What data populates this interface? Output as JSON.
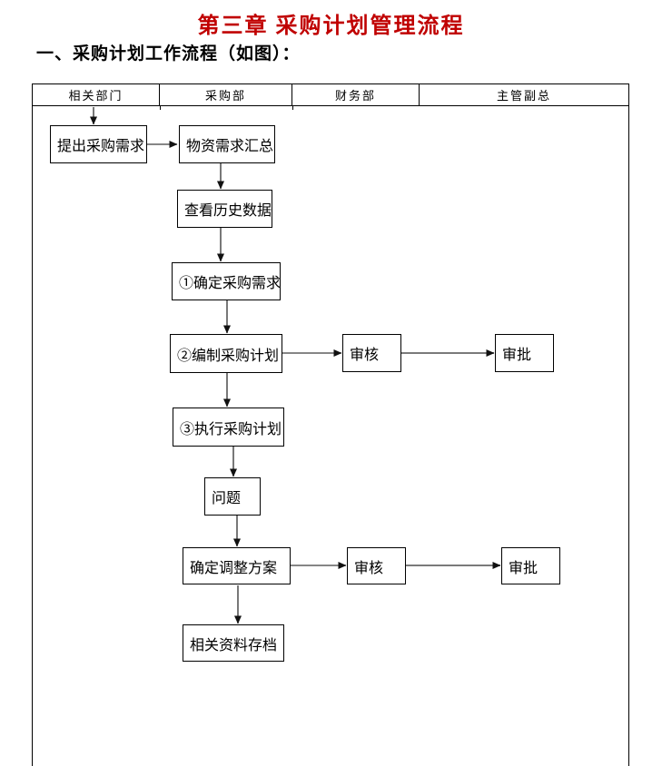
{
  "page": {
    "title": "第三章 采购计划管理流程",
    "subtitle": "一、采购计划工作流程（如图）：",
    "title_color": "#c00000",
    "border_color": "#000000",
    "arrow_color": "#5f5f5f"
  },
  "lanes": {
    "columns": [
      {
        "label": "相关部门"
      },
      {
        "label": "采购部"
      },
      {
        "label": "财务部"
      },
      {
        "label": "主管副总"
      }
    ]
  },
  "flowchart": {
    "nodes": [
      {
        "id": "propose-demand",
        "label": "提出采购需求"
      },
      {
        "id": "material-summary",
        "label": "物资需求汇总"
      },
      {
        "id": "view-history",
        "label": "查看历史数据"
      },
      {
        "id": "determine-demand",
        "label": "①确定采购需求"
      },
      {
        "id": "compile-plan",
        "label": "②编制采购计划"
      },
      {
        "id": "review-1",
        "label": "审核"
      },
      {
        "id": "approve-1",
        "label": "审批"
      },
      {
        "id": "execute-plan",
        "label": "③执行采购计划"
      },
      {
        "id": "problem",
        "label": "问题"
      },
      {
        "id": "adjust-plan",
        "label": "确定调整方案"
      },
      {
        "id": "review-2",
        "label": "审核"
      },
      {
        "id": "approve-2",
        "label": "审批"
      },
      {
        "id": "archive",
        "label": "相关资料存档"
      }
    ],
    "edges": [
      {
        "from": "lane-header",
        "to": "propose-demand"
      },
      {
        "from": "propose-demand",
        "to": "material-summary"
      },
      {
        "from": "material-summary",
        "to": "view-history"
      },
      {
        "from": "view-history",
        "to": "determine-demand"
      },
      {
        "from": "determine-demand",
        "to": "compile-plan"
      },
      {
        "from": "compile-plan",
        "to": "review-1"
      },
      {
        "from": "review-1",
        "to": "approve-1"
      },
      {
        "from": "compile-plan",
        "to": "execute-plan"
      },
      {
        "from": "execute-plan",
        "to": "problem"
      },
      {
        "from": "problem",
        "to": "adjust-plan"
      },
      {
        "from": "adjust-plan",
        "to": "review-2"
      },
      {
        "from": "review-2",
        "to": "approve-2"
      },
      {
        "from": "adjust-plan",
        "to": "archive"
      }
    ]
  }
}
